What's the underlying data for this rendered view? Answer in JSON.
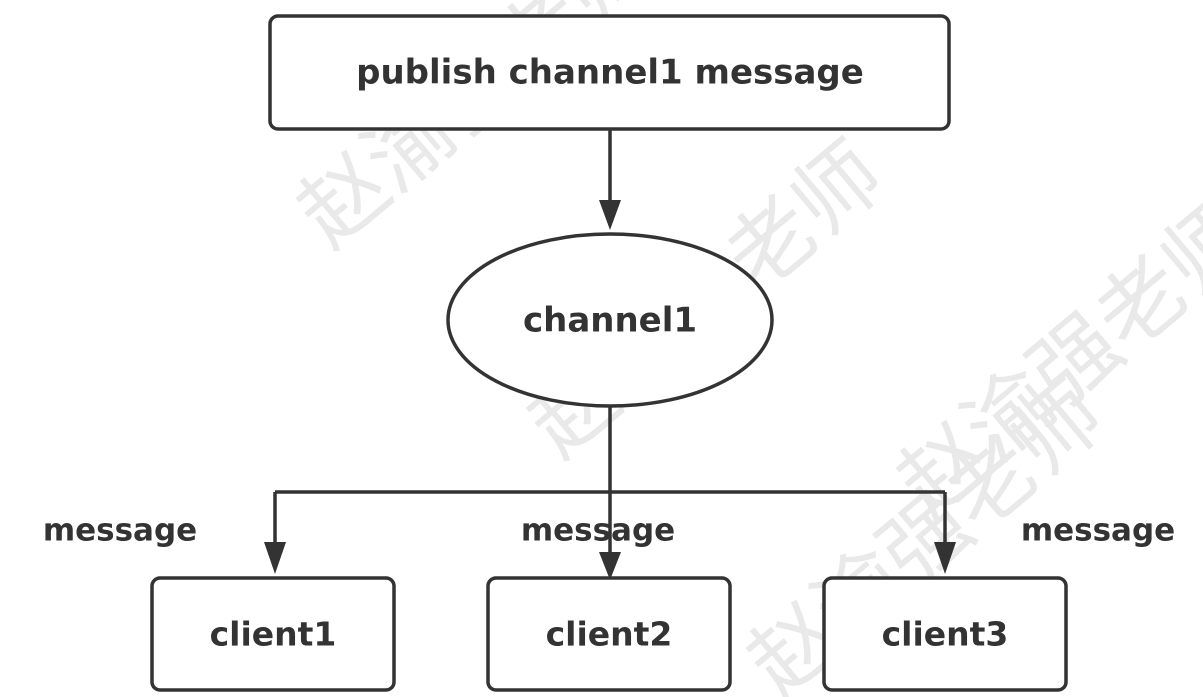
{
  "watermark": "赵渝强老师",
  "nodes": {
    "publish": "publish channel1 message",
    "channel": "channel1",
    "clients": [
      "client1",
      "client2",
      "client3"
    ]
  },
  "edge_labels": [
    "message",
    "message",
    "message"
  ],
  "colors": {
    "stroke": "#333333",
    "text": "#333333",
    "watermark": "#e9e9e9",
    "background": "#ffffff"
  }
}
